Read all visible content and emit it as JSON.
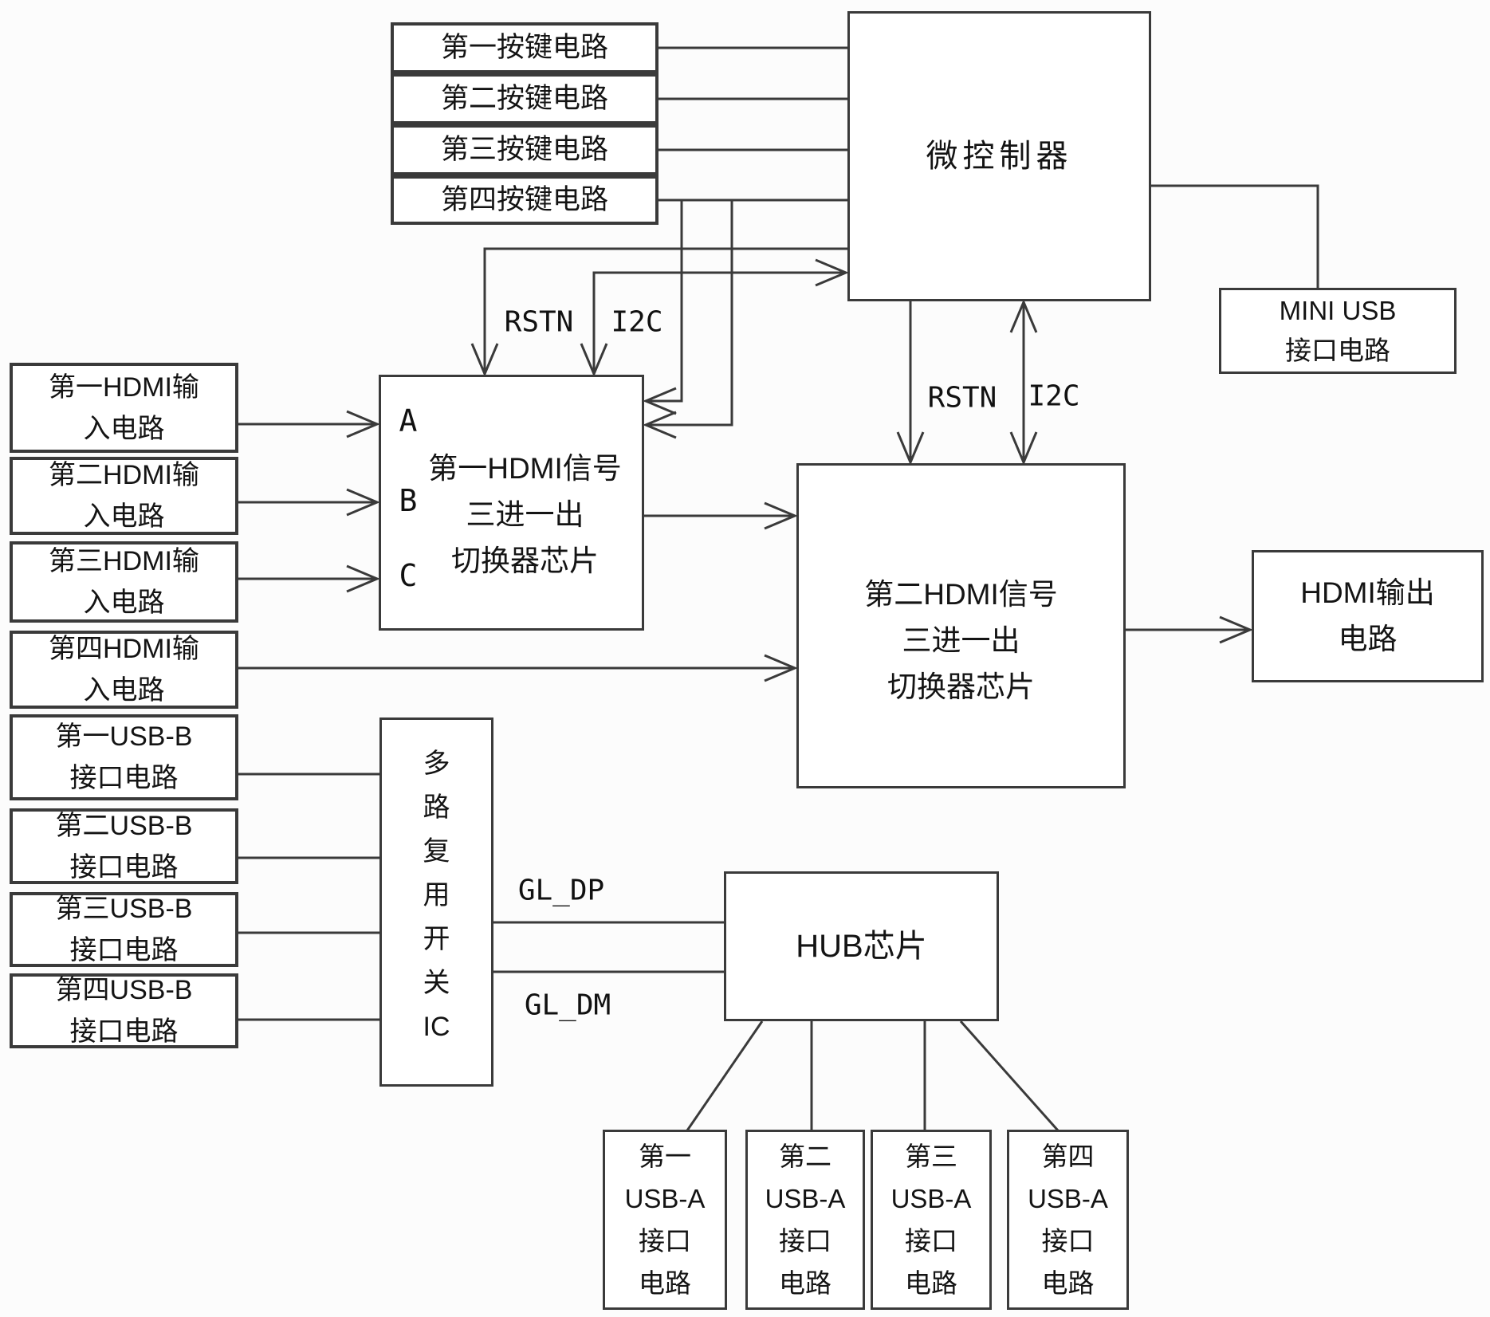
{
  "boxes": {
    "btn1": {
      "text": "第一按键电路"
    },
    "btn2": {
      "text": "第二按键电路"
    },
    "btn3": {
      "text": "第三按键电路"
    },
    "btn4": {
      "text": "第四按键电路"
    },
    "mcu": {
      "text": "微控制器"
    },
    "mini_usb": {
      "text": "MINI USB\n接口电路"
    },
    "hdmi_in1": {
      "text": "第一HDMI输\n入电路"
    },
    "hdmi_in2": {
      "text": "第二HDMI输\n入电路"
    },
    "hdmi_in3": {
      "text": "第三HDMI输\n入电路"
    },
    "hdmi_in4": {
      "text": "第四HDMI输\n入电路"
    },
    "usb_b1": {
      "text": "第一USB-B\n接口电路"
    },
    "usb_b2": {
      "text": "第二USB-B\n接口电路"
    },
    "usb_b3": {
      "text": "第三USB-B\n接口电路"
    },
    "usb_b4": {
      "text": "第四USB-B\n接口电路"
    },
    "sw1": {
      "text": "第一HDMI信号\n三进一出\n切换器芯片"
    },
    "sw2": {
      "text": "第二HDMI信号\n三进一出\n切换器芯片"
    },
    "mux": {
      "text": "多\n路\n复\n用\n开\n关\nIC"
    },
    "hub": {
      "text": "HUB芯片"
    },
    "hdmi_out": {
      "text": "HDMI输出\n电路"
    },
    "usb_a1": {
      "text": "第一\nUSB-A\n接口\n电路"
    },
    "usb_a2": {
      "text": "第二\nUSB-A\n接口\n电路"
    },
    "usb_a3": {
      "text": "第三\nUSB-A\n接口\n电路"
    },
    "usb_a4": {
      "text": "第四\nUSB-A\n接口\n电路"
    }
  },
  "labels": {
    "sw1_rstn": "RSTN",
    "sw1_i2c": "I2C",
    "sw2_rstn": "RSTN",
    "sw2_i2c": "I2C",
    "gl_dp": "GL_DP",
    "gl_dm": "GL_DM",
    "port_a": "A",
    "port_b": "B",
    "port_c": "C"
  },
  "colors": {
    "line": "#3a3a3a",
    "border": "#3a3a3a",
    "box_bg": "#ffffff",
    "page_bg": "#fcfcfc",
    "text": "#141414"
  }
}
